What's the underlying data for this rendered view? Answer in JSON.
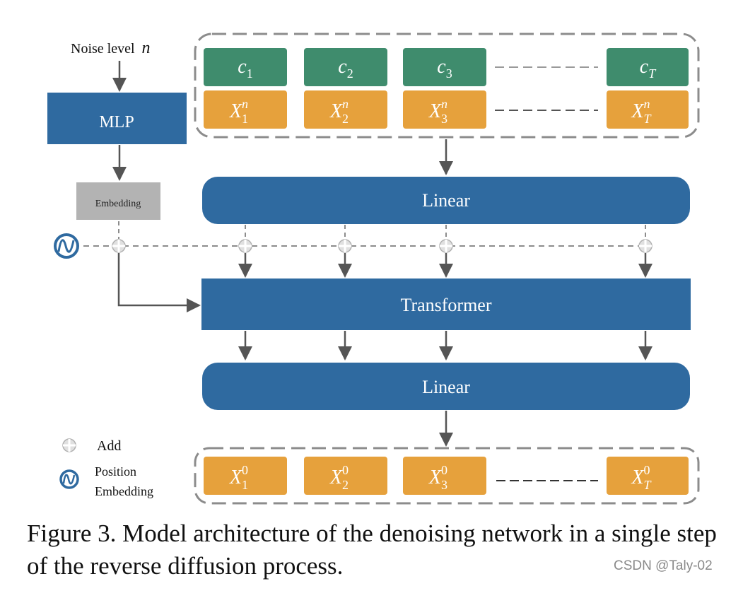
{
  "diagram": {
    "noise_label": "Noise level",
    "noise_var": "n",
    "mlp_label": "MLP",
    "embedding_label": "Embedding",
    "linear_top_label": "Linear",
    "transformer_label": "Transformer",
    "linear_bottom_label": "Linear",
    "cond_tokens": [
      {
        "base": "c",
        "sub": "1"
      },
      {
        "base": "c",
        "sub": "2"
      },
      {
        "base": "c",
        "sub": "3"
      },
      {
        "base": "c",
        "sub": "T"
      }
    ],
    "noisy_tokens": [
      {
        "base": "X",
        "sup": "n",
        "sub": "1"
      },
      {
        "base": "X",
        "sup": "n",
        "sub": "2"
      },
      {
        "base": "X",
        "sup": "n",
        "sub": "3"
      },
      {
        "base": "X",
        "sup": "n",
        "sub": "T"
      }
    ],
    "output_tokens": [
      {
        "base": "X",
        "sup": "0",
        "sub": "1"
      },
      {
        "base": "X",
        "sup": "0",
        "sub": "2"
      },
      {
        "base": "X",
        "sup": "0",
        "sub": "3"
      },
      {
        "base": "X",
        "sup": "0",
        "sub": "T"
      }
    ]
  },
  "legend": {
    "add_label": "Add",
    "position_label_line1": "Position",
    "position_label_line2": "Embedding"
  },
  "caption": {
    "text": "Figure 3. Model architecture of the denoising network in a single step of the reverse diffusion process."
  },
  "watermark": "CSDN @Taly-02",
  "colors": {
    "blue": "#2f6aa0",
    "green": "#3f8c6d",
    "orange": "#e6a13c",
    "gray": "#b3b3b3",
    "arrow": "#555555",
    "dash": "#8c8c8c"
  }
}
